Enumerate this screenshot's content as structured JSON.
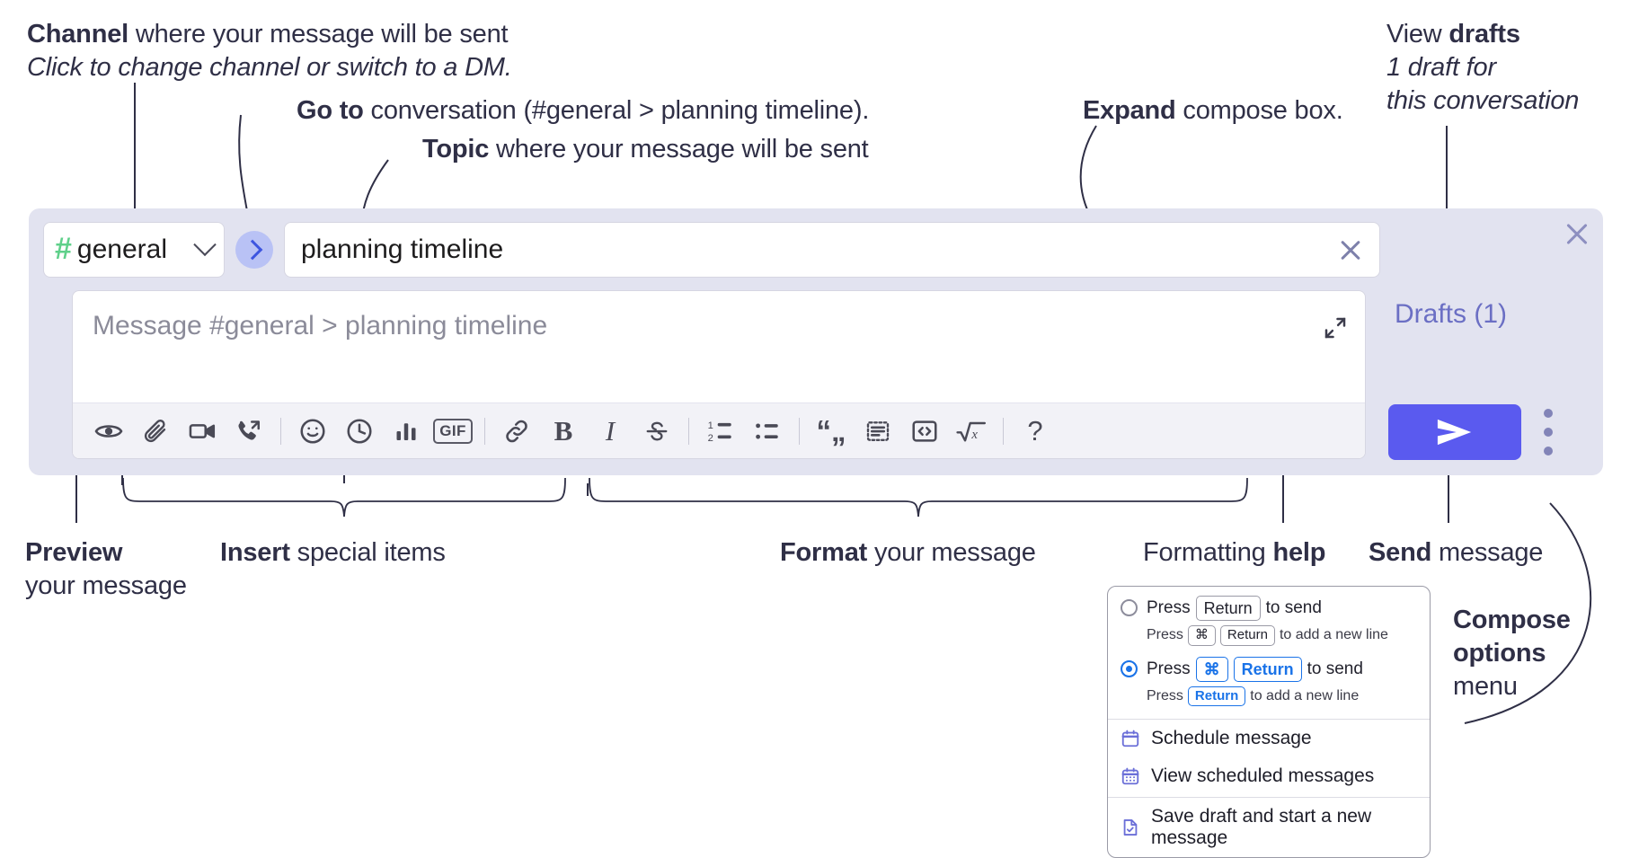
{
  "annotations": {
    "channel": {
      "bold": "Channel",
      "rest": " where your message will be sent",
      "italic": "Click to change channel or switch to a DM."
    },
    "goto": {
      "bold": "Go to",
      "rest": " conversation (#general > planning timeline)."
    },
    "topic": {
      "bold": "Topic",
      "rest": " where your message will be sent"
    },
    "expand": {
      "bold": "Expand",
      "rest": " compose box."
    },
    "drafts": {
      "lead": "View ",
      "bold": "drafts",
      "italic1": "1 draft for",
      "italic2": "this conversation"
    },
    "preview": {
      "bold": "Preview",
      "rest": "your message"
    },
    "insert": {
      "bold": "Insert",
      "rest": " special items"
    },
    "format": {
      "bold": "Format",
      "rest": " your message"
    },
    "help": {
      "lead": "Formatting ",
      "bold": "help"
    },
    "send": {
      "bold": "Send",
      "rest": " message"
    },
    "compose_options": {
      "line1": "Compose",
      "line2": "options",
      "line3": "menu"
    }
  },
  "compose": {
    "channel_name": "general",
    "hash_symbol": "#",
    "topic_value": "planning timeline",
    "message_placeholder": "Message #general > planning timeline",
    "drafts_label": "Drafts (1)",
    "toolbar_left": [
      {
        "name": "preview-icon",
        "title": "Preview"
      },
      {
        "name": "attachment-icon",
        "title": "Attach"
      },
      {
        "name": "video-icon",
        "title": "Video"
      },
      {
        "name": "huddle-icon",
        "title": "Huddle"
      }
    ],
    "toolbar_insert": [
      {
        "name": "emoji-icon",
        "title": "Emoji"
      },
      {
        "name": "clock-icon",
        "title": "Reminder"
      },
      {
        "name": "poll-icon",
        "title": "Poll"
      },
      {
        "name": "gif-icon",
        "title": "GIF",
        "label": "GIF"
      }
    ],
    "toolbar_format": [
      {
        "name": "link-icon",
        "title": "Link"
      },
      {
        "name": "bold-icon",
        "title": "Bold",
        "label": "B"
      },
      {
        "name": "italic-icon",
        "title": "Italic",
        "label": "I"
      },
      {
        "name": "strikethrough-icon",
        "title": "Strikethrough",
        "label": "S"
      },
      {
        "name": "ordered-list-icon",
        "title": "Ordered list"
      },
      {
        "name": "bulleted-list-icon",
        "title": "Bulleted list"
      },
      {
        "name": "blockquote-icon",
        "title": "Blockquote"
      },
      {
        "name": "code-block-icon",
        "title": "Code block"
      },
      {
        "name": "code-icon",
        "title": "Code"
      },
      {
        "name": "math-icon",
        "title": "Math"
      }
    ],
    "help_label": "?"
  },
  "popup": {
    "option1": {
      "pre": "Press",
      "key": "Return",
      "post": "to send",
      "selected": false,
      "sub_pre": "Press",
      "sub_key1": "⌘",
      "sub_key2": "Return",
      "sub_post": "to add a new line"
    },
    "option2": {
      "pre": "Press",
      "key1": "⌘",
      "key2": "Return",
      "post": "to send",
      "selected": true,
      "sub_pre": "Press",
      "sub_key": "Return",
      "sub_post": "to add a new line"
    },
    "menu_items": [
      {
        "icon": "calendar-schedule-icon",
        "label": "Schedule message"
      },
      {
        "icon": "calendar-view-icon",
        "label": "View scheduled messages"
      },
      {
        "icon": "save-draft-icon",
        "label": "Save draft and start a new message"
      }
    ]
  },
  "colors": {
    "accent": "#5a5aef",
    "panel_bg": "#e2e3f0",
    "hash_green": "#5fd08a",
    "draft_text": "#6b6fc4",
    "radio_blue": "#1a73e8"
  }
}
